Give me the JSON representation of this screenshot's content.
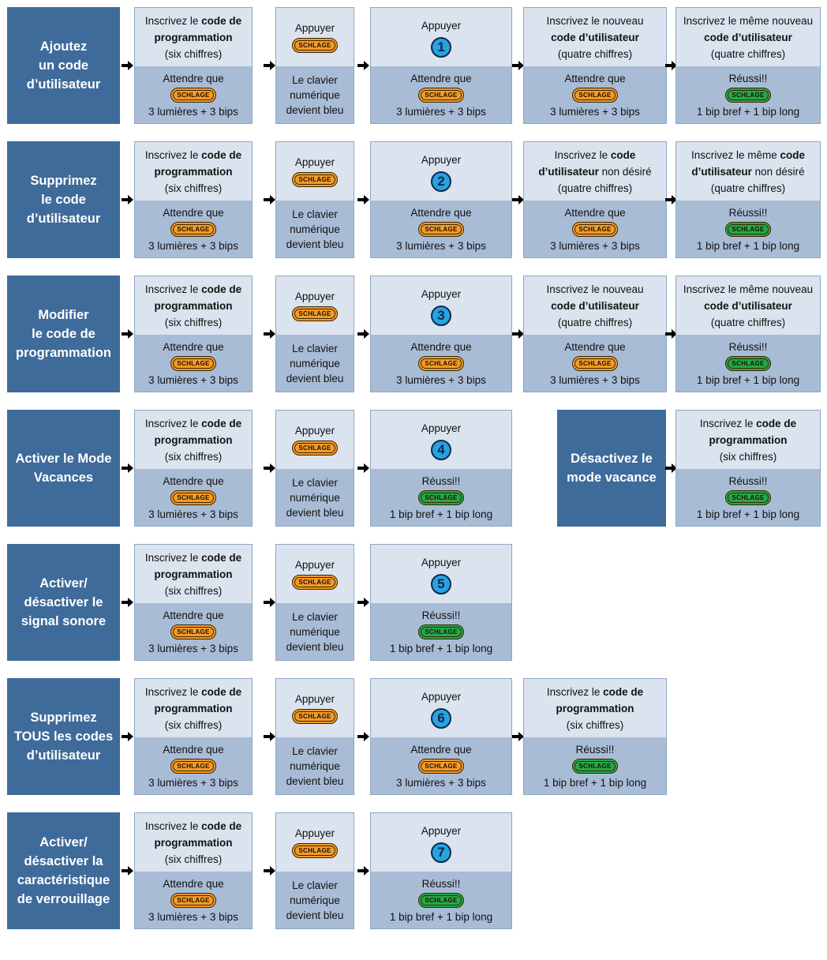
{
  "colors": {
    "label_bg": "#3e6b9a",
    "box_top": "#dbe3ee",
    "box_bottom": "#a9bcd6",
    "badge_orange": "#f39b2a",
    "badge_green": "#26a84a",
    "number_circle": "#26a3e0"
  },
  "badge_text": "SCHLAGE",
  "rows": [
    {
      "label": "Ajoutez\nun code\nd’utilisateur",
      "steps": [
        {
          "top": [
            "Inscrivez le |code de",
            "|programmation",
            "(six chiffres)"
          ],
          "bottom": [
            "Attendre que",
            "[badge-orange]",
            "3 lumières + 3 bips"
          ]
        },
        {
          "top": [
            "Appuyer",
            "[badge-orange]"
          ],
          "bottom": [
            "Le clavier",
            "numérique",
            "devient bleu"
          ]
        },
        {
          "top": [
            "Appuyer",
            "[num:1]"
          ],
          "bottom": [
            "Attendre que",
            "[badge-orange]",
            "3 lumières + 3 bips"
          ]
        },
        {
          "top": [
            "Inscrivez le nouveau",
            "|code d’utilisateur",
            "(quatre chiffres)"
          ],
          "bottom": [
            "Attendre que",
            "[badge-orange]",
            "3 lumières + 3 bips"
          ]
        },
        {
          "top": [
            "Inscrivez le même nouveau",
            "|code d’utilisateur",
            "(quatre chiffres)"
          ],
          "bottom": [
            "Réussi!!",
            "[badge-green]",
            "1 bip bref + 1 bip long"
          ]
        }
      ]
    },
    {
      "label": "Supprimez\nle code\nd’utilisateur",
      "steps": [
        {
          "top": [
            "Inscrivez le |code de",
            "|programmation",
            "(six chiffres)"
          ],
          "bottom": [
            "Attendre que",
            "[badge-orange]",
            "3 lumières + 3 bips"
          ]
        },
        {
          "top": [
            "Appuyer",
            "[badge-orange]"
          ],
          "bottom": [
            "Le clavier",
            "numérique",
            "devient bleu"
          ]
        },
        {
          "top": [
            "Appuyer",
            "[num:2]"
          ],
          "bottom": [
            "Attendre que",
            "[badge-orange]",
            "3 lumières + 3 bips"
          ]
        },
        {
          "top": [
            "Inscrivez le |code",
            "|d’utilisateur| non désiré",
            "(quatre chiffres)"
          ],
          "bottom": [
            "Attendre que",
            "[badge-orange]",
            "3 lumières + 3 bips"
          ]
        },
        {
          "top": [
            "Inscrivez le même |code",
            "|d’utilisateur| non désiré",
            "(quatre chiffres)"
          ],
          "bottom": [
            "Réussi!!",
            "[badge-green]",
            "1 bip bref + 1 bip long"
          ]
        }
      ]
    },
    {
      "label": "Modifier\nle code de\nprogrammation",
      "steps": [
        {
          "top": [
            "Inscrivez le |code de",
            "|programmation",
            "(six chiffres)"
          ],
          "bottom": [
            "Attendre que",
            "[badge-orange]",
            "3 lumières + 3 bips"
          ]
        },
        {
          "top": [
            "Appuyer",
            "[badge-orange]"
          ],
          "bottom": [
            "Le clavier",
            "numérique",
            "devient bleu"
          ]
        },
        {
          "top": [
            "Appuyer",
            "[num:3]"
          ],
          "bottom": [
            "Attendre que",
            "[badge-orange]",
            "3 lumières + 3 bips"
          ]
        },
        {
          "top": [
            "Inscrivez le nouveau",
            "|code d’utilisateur",
            "(quatre chiffres)"
          ],
          "bottom": [
            "Attendre que",
            "[badge-orange]",
            "3 lumières + 3 bips"
          ]
        },
        {
          "top": [
            "Inscrivez le même nouveau",
            "|code d’utilisateur",
            "(quatre chiffres)"
          ],
          "bottom": [
            "Réussi!!",
            "[badge-green]",
            "1 bip bref + 1 bip long"
          ]
        }
      ]
    },
    {
      "label": "Activer le Mode\nVacances",
      "steps": [
        {
          "top": [
            "Inscrivez le |code de",
            "|programmation",
            "(six chiffres)"
          ],
          "bottom": [
            "Attendre que",
            "[badge-orange]",
            "3 lumières + 3 bips"
          ]
        },
        {
          "top": [
            "Appuyer",
            "[badge-orange]"
          ],
          "bottom": [
            "Le clavier",
            "numérique",
            "devient bleu"
          ]
        },
        {
          "top": [
            "Appuyer",
            "[num:4]"
          ],
          "bottom": [
            "Réussi!!",
            "[badge-green]",
            "1 bip bref + 1 bip long"
          ]
        }
      ],
      "secondary": {
        "label": "Désactivez le\nmode vacance",
        "step": {
          "top": [
            "Inscrivez le |code de",
            "|programmation",
            "(six chiffres)"
          ],
          "bottom": [
            "Réussi!!",
            "[badge-green]",
            "1 bip bref + 1 bip long"
          ]
        }
      }
    },
    {
      "label": "Activer/\ndésactiver le\nsignal sonore",
      "steps": [
        {
          "top": [
            "Inscrivez le |code de",
            "|programmation",
            "(six chiffres)"
          ],
          "bottom": [
            "Attendre que",
            "[badge-orange]",
            "3 lumières + 3 bips"
          ]
        },
        {
          "top": [
            "Appuyer",
            "[badge-orange]"
          ],
          "bottom": [
            "Le clavier",
            "numérique",
            "devient bleu"
          ]
        },
        {
          "top": [
            "Appuyer",
            "[num:5]"
          ],
          "bottom": [
            "Réussi!!",
            "[badge-green]",
            "1 bip bref + 1 bip long"
          ]
        }
      ]
    },
    {
      "label": "Supprimez\nTOUS les codes\nd’utilisateur",
      "steps": [
        {
          "top": [
            "Inscrivez le |code de",
            "|programmation",
            "(six chiffres)"
          ],
          "bottom": [
            "Attendre que",
            "[badge-orange]",
            "3 lumières + 3 bips"
          ]
        },
        {
          "top": [
            "Appuyer",
            "[badge-orange]"
          ],
          "bottom": [
            "Le clavier",
            "numérique",
            "devient bleu"
          ]
        },
        {
          "top": [
            "Appuyer",
            "[num:6]"
          ],
          "bottom": [
            "Attendre que",
            "[badge-orange]",
            "3 lumières + 3 bips"
          ]
        },
        {
          "top": [
            "Inscrivez le |code de",
            "|programmation",
            "(six chiffres)"
          ],
          "bottom": [
            "Réussi!!",
            "[badge-green]",
            "1 bip bref + 1 bip long"
          ]
        }
      ]
    },
    {
      "label": "Activer/\ndésactiver la\ncaractéristique\nde verrouillage",
      "steps": [
        {
          "top": [
            "Inscrivez le |code de",
            "|programmation",
            "(six chiffres)"
          ],
          "bottom": [
            "Attendre que",
            "[badge-orange]",
            "3 lumières + 3 bips"
          ]
        },
        {
          "top": [
            "Appuyer",
            "[badge-orange]"
          ],
          "bottom": [
            "Le clavier",
            "numérique",
            "devient bleu"
          ]
        },
        {
          "top": [
            "Appuyer",
            "[num:7]"
          ],
          "bottom": [
            "Réussi!!",
            "[badge-green]",
            "1 bip bref + 1 bip long"
          ]
        }
      ]
    }
  ]
}
